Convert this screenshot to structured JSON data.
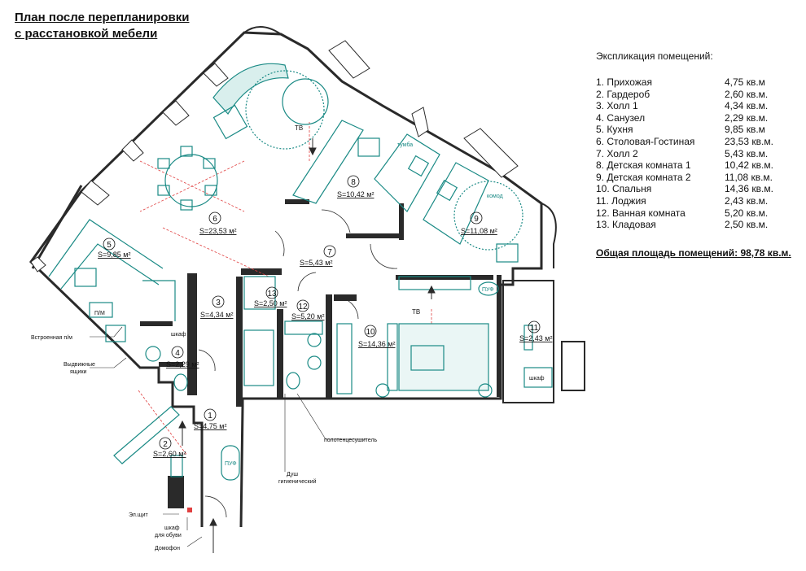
{
  "title": {
    "line1": "План после перепланировки",
    "line2": "с расстановкой мебели"
  },
  "legend": {
    "heading": "Экспликация помещений:",
    "rooms": [
      {
        "name": "1. Прихожая",
        "area": "4,75 кв.м"
      },
      {
        "name": "2. Гардероб",
        "area": "2,60 кв.м."
      },
      {
        "name": "3. Холл 1",
        "area": "4,34 кв.м."
      },
      {
        "name": "4. Санузел",
        "area": "2,29 кв.м."
      },
      {
        "name": "5. Кухня",
        "area": "9,85 кв.м"
      },
      {
        "name": "6. Столовая-Гостиная",
        "area": "23,53 кв.м."
      },
      {
        "name": "7. Холл 2",
        "area": "5,43 кв.м."
      },
      {
        "name": "8. Детская комната 1",
        "area": "10,42 кв.м."
      },
      {
        "name": "9. Детская комната 2",
        "area": "11,08 кв.м."
      },
      {
        "name": "10. Спальня",
        "area": "14,36 кв.м."
      },
      {
        "name": "11. Лоджия",
        "area": "2,43 кв.м."
      },
      {
        "name": "12. Ванная комната",
        "area": "5,20 кв.м."
      },
      {
        "name": "13. Кладовая",
        "area": "2,50 кв.м."
      }
    ],
    "total": "Общая площадь помещений: 98,78 кв.м."
  },
  "plan_labels": {
    "r1": {
      "num": "1",
      "area": "S=4,75 м²"
    },
    "r2": {
      "num": "2",
      "area": "S=2,60 м²"
    },
    "r3": {
      "num": "3",
      "area": "S=4,34 м²"
    },
    "r4": {
      "num": "4",
      "area": "S=2,29 м²"
    },
    "r5": {
      "num": "5",
      "area": "S=9,85 м²"
    },
    "r6": {
      "num": "6",
      "area": "S=23,53 м²"
    },
    "r7": {
      "num": "7",
      "area": "S=5,43 м²"
    },
    "r8": {
      "num": "8",
      "area": "S=10,42 м²"
    },
    "r9": {
      "num": "9",
      "area": "S=11,08 м²"
    },
    "r10": {
      "num": "10",
      "area": "S=14,36 м²"
    },
    "r11": {
      "num": "11",
      "area": "S=2,43 м²"
    },
    "r12": {
      "num": "12",
      "area": "S=5,20 м²"
    },
    "r13": {
      "num": "13",
      "area": "S=2,50 м²"
    }
  },
  "annotations": {
    "tv1": "ТВ",
    "tv2": "ТВ",
    "builtin_dw": "Встроенная п/м",
    "drawers_1": "Выдвижные",
    "drawers_2": "ящики",
    "dw": "П/М",
    "wardrobe1": "шкаф",
    "wardrobe2": "шкаф",
    "towel": "полотенцесушитель",
    "shower_1": "Душ",
    "shower_2": "гигиенический",
    "panel": "Эл.щит",
    "shoe_1": "шкаф",
    "shoe_2": "для обуви",
    "intercom": "Домофон",
    "puf1": "ПУФ",
    "puf2": "ПУФ",
    "tumba": "тумба",
    "komod": "комод"
  },
  "colors": {
    "wall": "#2a2a2a",
    "furniture": "#1a8a85",
    "axis": "#e04040"
  }
}
